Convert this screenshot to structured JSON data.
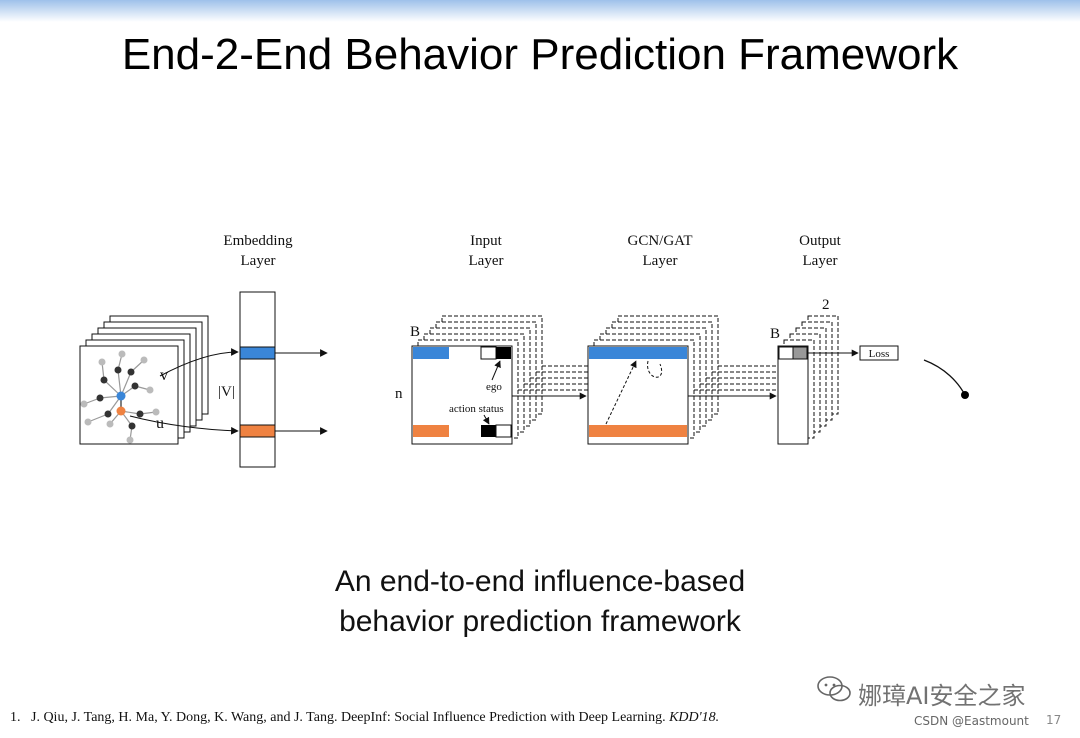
{
  "slide": {
    "title": "End-2-End Behavior Prediction Framework",
    "subtitle_line1": "An end-to-end influence-based",
    "subtitle_line2": "behavior prediction framework",
    "reference": {
      "number": "1.",
      "text": "J. Qiu, J. Tang, H. Ma, Y. Dong, K. Wang, and J. Tang. DeepInf: Social Influence Prediction with Deep Learning.",
      "venue": "KDD'18."
    },
    "watermark": "娜璋AI安全之家",
    "csdn_mark": "CSDN @Eastmount",
    "page_number": "17"
  },
  "diagram": {
    "embedding_label_1": "Embedding",
    "embedding_label_2": "Layer",
    "input_label_1": "Input",
    "input_label_2": "Layer",
    "gcn_label_1": "GCN/GAT",
    "gcn_label_2": "Layer",
    "output_label_1": "Output",
    "output_label_2": "Layer",
    "node_v": "v",
    "node_u": "u",
    "vocab_size": "|V|",
    "batch_input": "B",
    "batch_output": "B",
    "n_label": "n",
    "ego_label": "ego",
    "action_status_label": "action status",
    "two_label": "2",
    "loss_label": "Loss"
  },
  "colors": {
    "blue": "#3a86d8",
    "orange": "#ef8241",
    "title_bar": "#9ec1ea"
  }
}
